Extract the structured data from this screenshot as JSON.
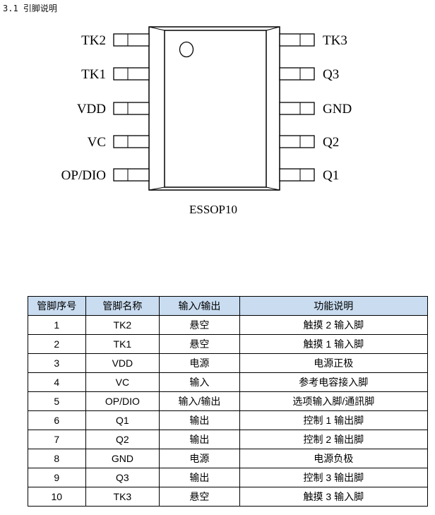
{
  "section_heading": "3.1 引脚说明",
  "diagram": {
    "package": "ESSOP10",
    "left_pins": [
      "TK2",
      "TK1",
      "VDD",
      "VC",
      "OP/DIO"
    ],
    "right_pins": [
      "TK3",
      "Q3",
      "GND",
      "Q2",
      "Q1"
    ]
  },
  "table": {
    "headers": [
      "管脚序号",
      "管脚名称",
      "输入/输出",
      "功能说明"
    ],
    "rows": [
      [
        "1",
        "TK2",
        "悬空",
        "触摸 2 输入脚"
      ],
      [
        "2",
        "TK1",
        "悬空",
        "触摸 1 输入脚"
      ],
      [
        "3",
        "VDD",
        "电源",
        "电源正极"
      ],
      [
        "4",
        "VC",
        "输入",
        "参考电容接入脚"
      ],
      [
        "5",
        "OP/DIO",
        "输入/输出",
        "选项输入脚/通訊脚"
      ],
      [
        "6",
        "Q1",
        "输出",
        "控制 1 输出脚"
      ],
      [
        "7",
        "Q2",
        "输出",
        "控制 2 输出脚"
      ],
      [
        "8",
        "GND",
        "电源",
        "电源负极"
      ],
      [
        "9",
        "Q3",
        "输出",
        "控制 3 输出脚"
      ],
      [
        "10",
        "TK3",
        "悬空",
        "触摸 3 输入脚"
      ]
    ]
  }
}
